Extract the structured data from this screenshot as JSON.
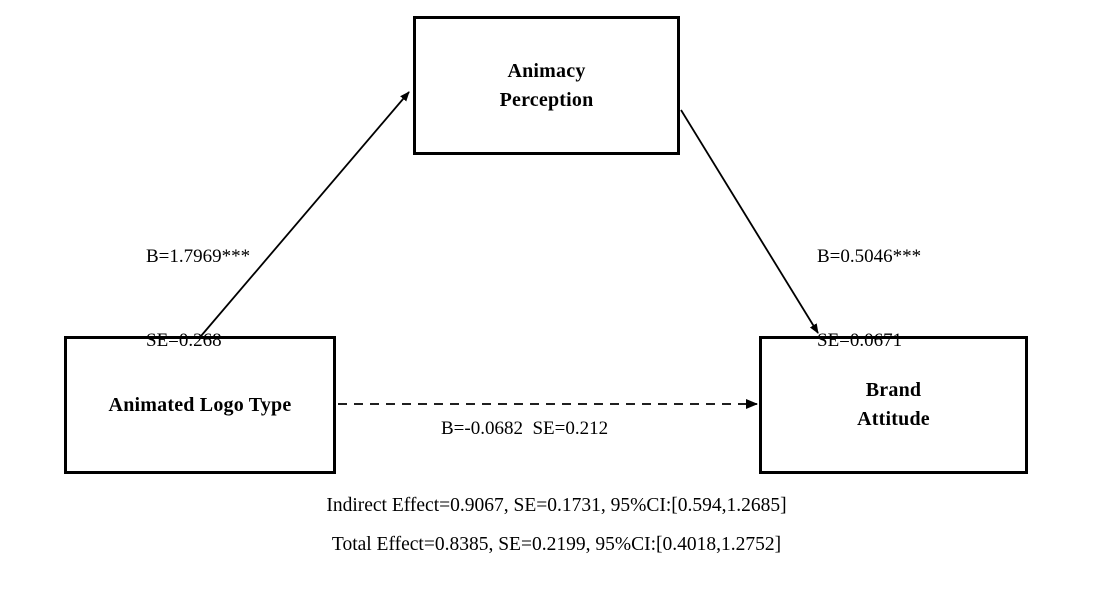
{
  "diagram": {
    "type": "mediation-path-model",
    "background_color": "#ffffff",
    "line_color": "#000000",
    "nodes": [
      {
        "id": "animacy",
        "label_line1": "Animacy",
        "label_line2": "Perception",
        "role": "mediator"
      },
      {
        "id": "logo",
        "label_line1": "Animated Logo Type",
        "label_line2": "",
        "role": "independent-variable"
      },
      {
        "id": "brand",
        "label_line1": "Brand",
        "label_line2": "Attitude",
        "role": "dependent-variable"
      }
    ],
    "paths": {
      "a_path": {
        "from": "logo",
        "to": "animacy",
        "coefficient": "B=1.7969***",
        "standard_error": "SE=0.268",
        "style": "solid"
      },
      "b_path": {
        "from": "animacy",
        "to": "brand",
        "coefficient": "B=0.5046***",
        "standard_error": "SE=0.0671",
        "style": "solid"
      },
      "c_prime_path": {
        "from": "logo",
        "to": "brand",
        "combined_label": "B=-0.0682  SE=0.212",
        "coefficient": "B=-0.0682",
        "standard_error": "SE=0.212",
        "style": "dashed"
      }
    },
    "effects": {
      "indirect": "Indirect Effect=0.9067, SE=0.1731, 95%CI:[0.594,1.2685]",
      "total": "Total Effect=0.8385, SE=0.2199, 95%CI:[0.4018,1.2752]"
    }
  }
}
